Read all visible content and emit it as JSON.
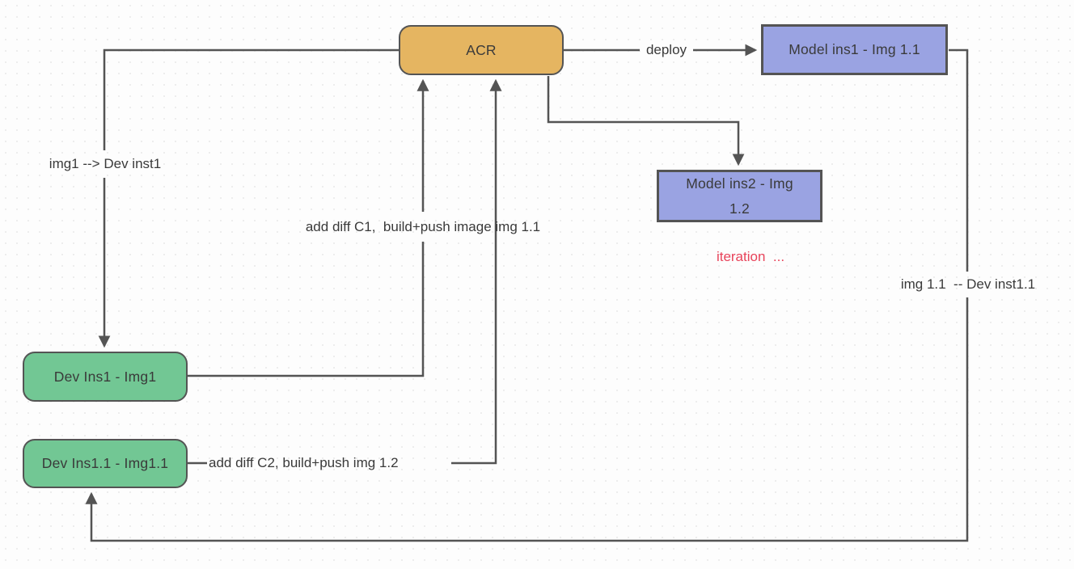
{
  "diagram": {
    "title": "container image iteration flow",
    "colors": {
      "line": "#545454",
      "registry_fill": "#e5b561",
      "model_fill": "#9aa3e2",
      "dev_fill": "#72c794",
      "iteration_text": "#e8435a",
      "text": "#3a3a3a"
    },
    "nodes": {
      "acr": {
        "label": "ACR"
      },
      "model_ins1": {
        "label": "Model ins1 - Img 1.1"
      },
      "model_ins2": {
        "label": "Model ins2 - Img 1.2"
      },
      "dev_ins1": {
        "label": "Dev Ins1 - Img1"
      },
      "dev_ins1_1": {
        "label": "Dev Ins1.1 - Img1.1"
      }
    },
    "edge_labels": {
      "img1_to_dev": "img1 --> Dev inst1",
      "add_diff_c1": "add diff C1,  build+push image img 1.1",
      "add_diff_c2": "add diff C2, build+push img 1.2",
      "deploy": "deploy",
      "iteration": "iteration  ...",
      "img11_to_dev": "img 1.1  -- Dev inst1.1"
    }
  }
}
